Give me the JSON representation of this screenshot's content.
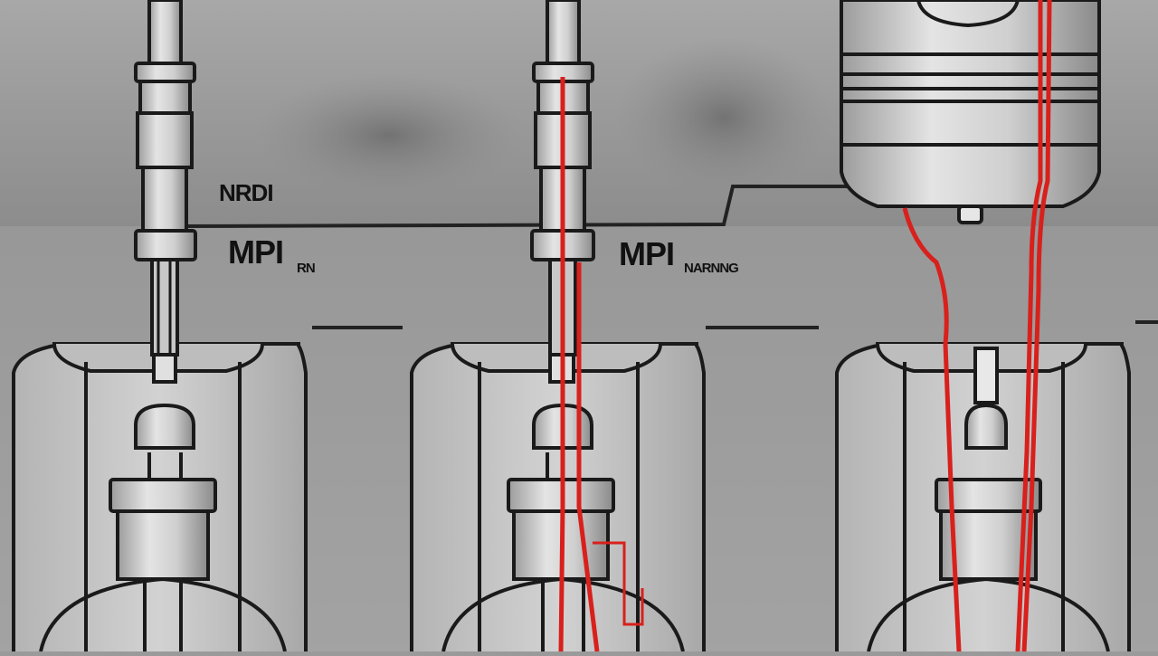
{
  "labels": {
    "left_top": "NRDI",
    "left_main": "MPI",
    "left_sub": "RN",
    "center_main": "MPI",
    "center_sub": "NARNNG"
  },
  "colors": {
    "background": "#9a9a9a",
    "line": "#1a1a1a",
    "metal_light": "#d6d6d6",
    "metal_dark": "#8e8e8e",
    "wire": "#d8201c"
  },
  "icons": [
    "injector-icon",
    "piston-icon",
    "cylinder-icon"
  ]
}
